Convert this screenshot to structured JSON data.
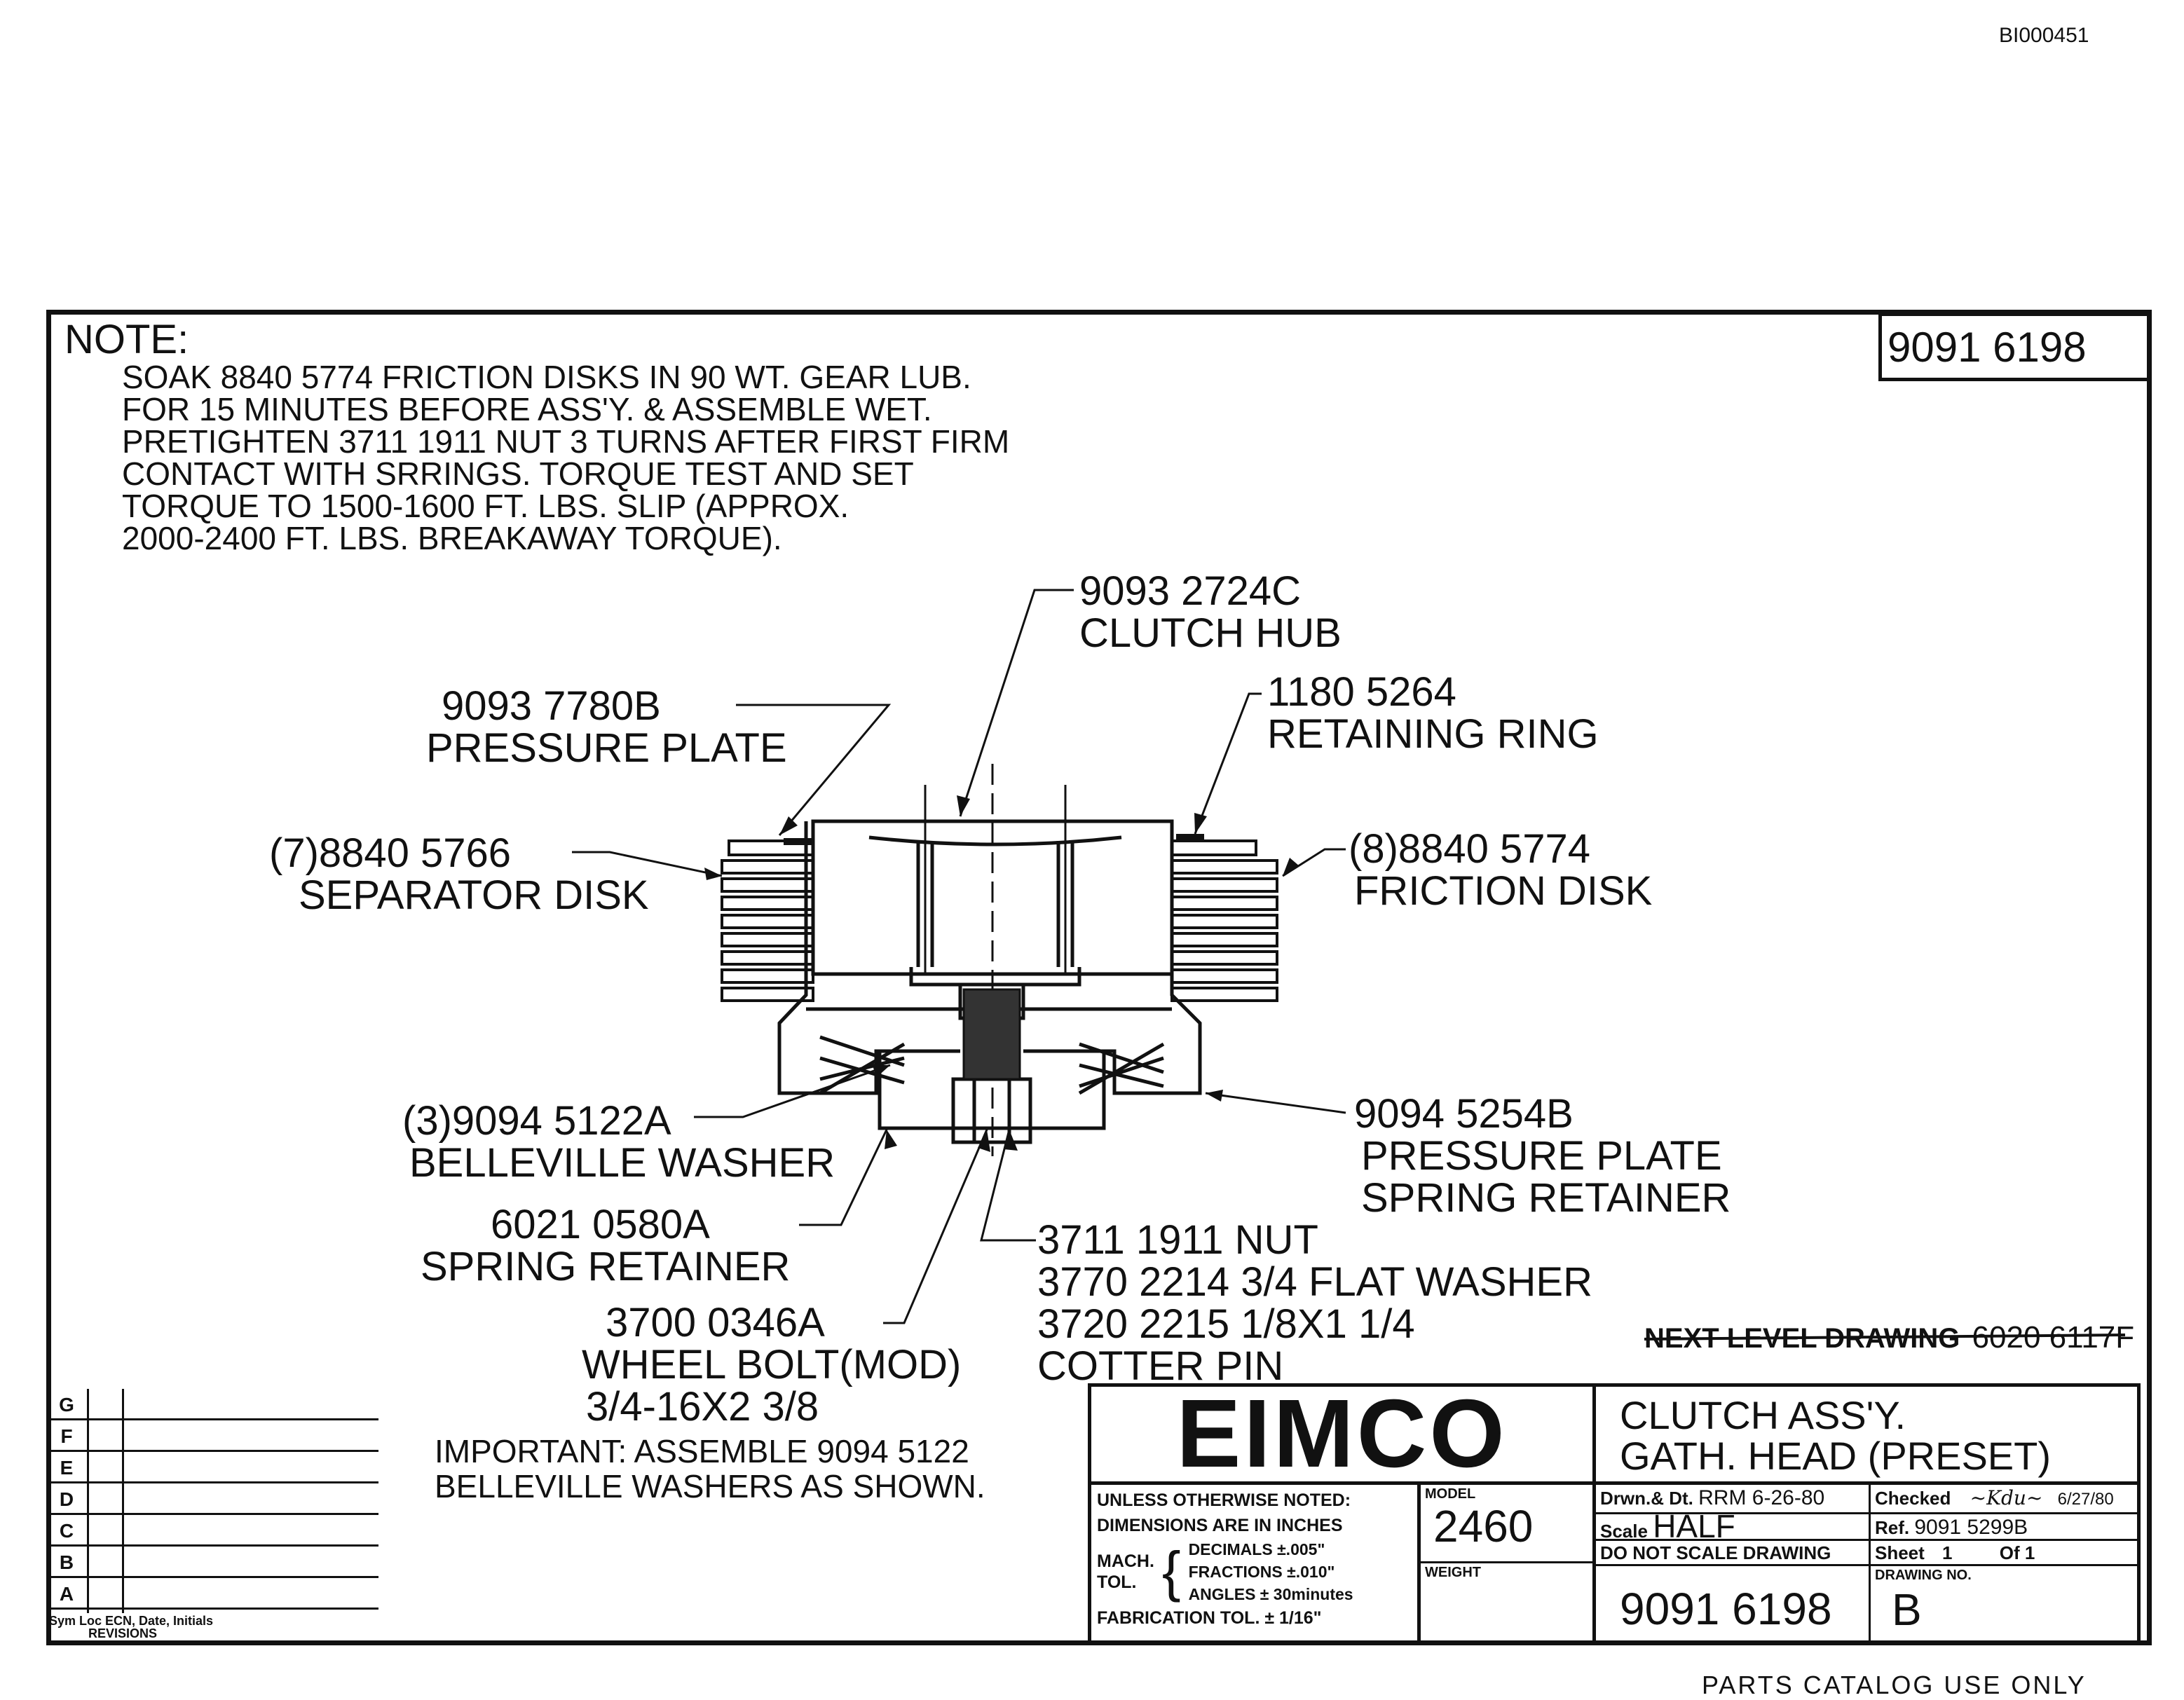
{
  "header": {
    "doc_id": "BI000451",
    "drawing_number": "9091 6198"
  },
  "note": {
    "title": "NOTE:",
    "lines": [
      "SOAK 8840 5774 FRICTION DISKS IN 90 WT. GEAR LUB.",
      "FOR 15 MINUTES BEFORE ASS'Y. & ASSEMBLE WET.",
      "PRETIGHTEN 3711 1911  NUT 3 TURNS AFTER FIRST FIRM",
      "CONTACT WITH SRRINGS. TORQUE TEST AND SET",
      "TORQUE TO 1500-1600 FT. LBS. SLIP (APPROX.",
      "2000-2400 FT. LBS. BREAKAWAY TORQUE)."
    ]
  },
  "callouts": {
    "clutch_hub": {
      "part": "9093 2724C",
      "name": "CLUTCH HUB"
    },
    "pressure_plate": {
      "part": "9093 7780B",
      "name": "PRESSURE PLATE"
    },
    "retaining_ring": {
      "part": "1180 5264",
      "name": "RETAINING RING"
    },
    "separator_disk": {
      "part": "(7)8840 5766",
      "name": "SEPARATOR DISK"
    },
    "friction_disk": {
      "part": "(8)8840 5774",
      "name": "FRICTION DISK"
    },
    "belleville_washer": {
      "part": "(3)9094 5122A",
      "name": "BELLEVILLE WASHER"
    },
    "spring_plate_retainer": {
      "part": "9094 5254B",
      "name1": "PRESSURE PLATE",
      "name2": "SPRING RETAINER"
    },
    "spring_retainer": {
      "part": "6021 0580A",
      "name": "SPRING RETAINER"
    },
    "nut_group": {
      "line1": "3711 1911 NUT",
      "line2": "3770 2214 3/4 FLAT WASHER",
      "line3": "3720 2215 1/8X1 1/4",
      "line4": "COTTER PIN"
    },
    "wheel_bolt": {
      "part": "3700 0346A",
      "name": "WHEEL BOLT(MOD)",
      "size": "3/4-16X2 3/8"
    }
  },
  "important": {
    "line1": "IMPORTANT: ASSEMBLE 9094 5122",
    "line2": "BELLEVILLE WASHERS AS SHOWN."
  },
  "next_level": {
    "label": "NEXT LEVEL DRAWING",
    "value": "6020 6117F"
  },
  "revisions": {
    "letters": [
      "G",
      "F",
      "E",
      "D",
      "C",
      "B",
      "A"
    ],
    "footer_line1": "Sym Loc ECN, Date, Initials",
    "footer_line2": "REVISIONS"
  },
  "title_block": {
    "company": "EIMCO",
    "title_line1": "CLUTCH ASS'Y.",
    "title_line2": "GATH. HEAD (PRESET)",
    "tol_line1": "UNLESS OTHERWISE NOTED:",
    "tol_line2": "DIMENSIONS ARE IN INCHES",
    "mach_tol_label1": "MACH.",
    "mach_tol_label2": "TOL.",
    "tol_decimals": "DECIMALS ±.005\"",
    "tol_fractions": "FRACTIONS ±.010\"",
    "tol_angles": "ANGLES ± 30minutes",
    "fabrication_tol": "FABRICATION TOL. ± 1/16\"",
    "model_label": "MODEL",
    "model_value": "2460",
    "weight_label": "WEIGHT",
    "drawn_label": "Drwn.& Dt.",
    "drawn_value": "RRM 6-26-80",
    "checked_label": "Checked",
    "checked_date": "6/27/80",
    "scale_label": "Scale",
    "scale_value": "HALF",
    "ref_label": "Ref.",
    "ref_value": "9091 5299B",
    "do_not_scale": "DO NOT SCALE DRAWING",
    "sheet_label": "Sheet",
    "sheet_value": "1",
    "of_label": "Of",
    "of_value": "1",
    "drawing_no_label": "DRAWING NO.",
    "drawing_no_value": "9091 6198",
    "revision_value": "B"
  },
  "footer": {
    "note": "PARTS CATALOG USE ONLY"
  }
}
